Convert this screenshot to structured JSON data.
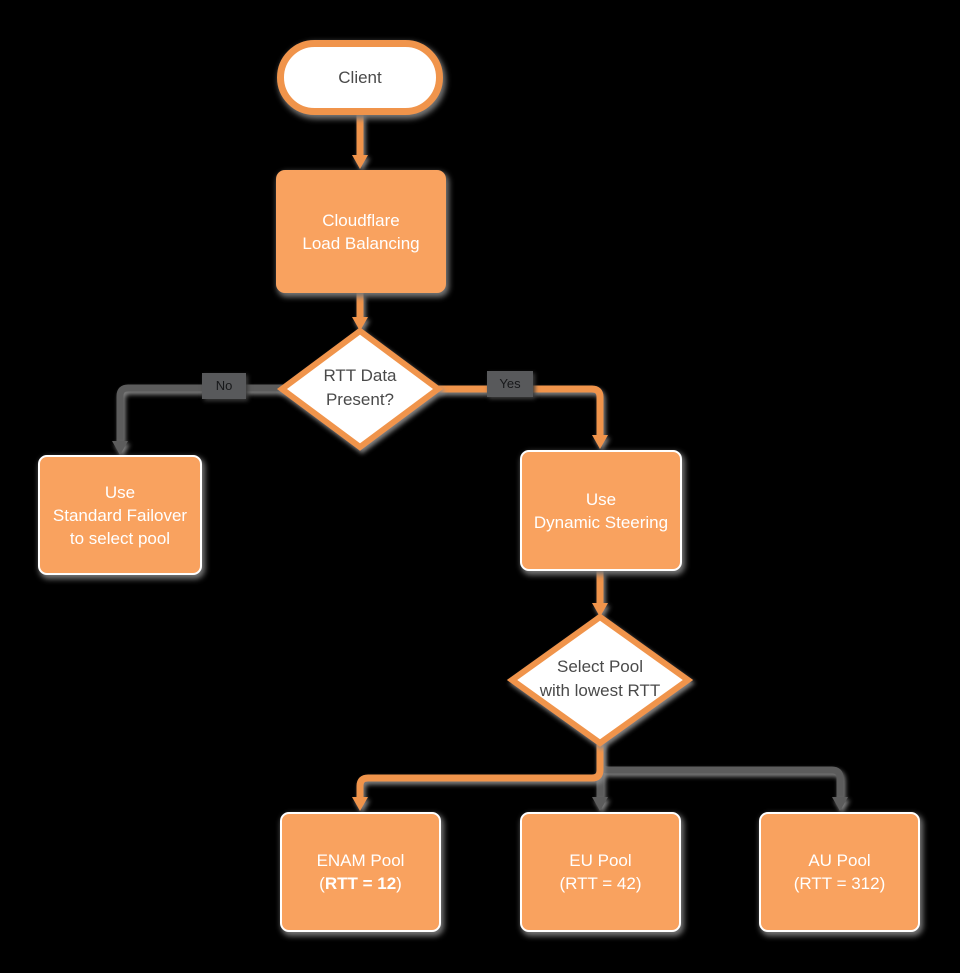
{
  "diagram": {
    "nodes": {
      "client": {
        "label": "Client"
      },
      "cloudflare_lb": {
        "line1": "Cloudflare",
        "line2": "Load Balancing"
      },
      "rtt_decision": {
        "line1": "RTT Data",
        "line2": "Present?"
      },
      "standard_failover": {
        "line1": "Use",
        "line2": "Standard Failover",
        "line3": "to select pool"
      },
      "dynamic_steering": {
        "line1": "Use",
        "line2": "Dynamic Steering"
      },
      "select_pool": {
        "line1": "Select Pool",
        "line2": "with lowest RTT"
      },
      "enam_pool": {
        "line1": "ENAM Pool",
        "line2_open": "(",
        "line2_bold": "RTT = 12",
        "line2_close": ")"
      },
      "eu_pool": {
        "line1": "EU Pool",
        "line2": "(RTT = 42)"
      },
      "au_pool": {
        "line1": "AU Pool",
        "line2": "(RTT = 312)"
      }
    },
    "edge_labels": {
      "no": "No",
      "yes": "Yes"
    },
    "colors": {
      "node_fill": "#F9A25F",
      "connector_orange": "#F0944B",
      "connector_gray": "#5B5B5B",
      "edge_label_badge": "#58595B",
      "decision_fill": "#FFFFFF",
      "text_dark": "#4A4A4A",
      "text_light": "#FFFFFF",
      "canvas_background": "#000000"
    }
  }
}
